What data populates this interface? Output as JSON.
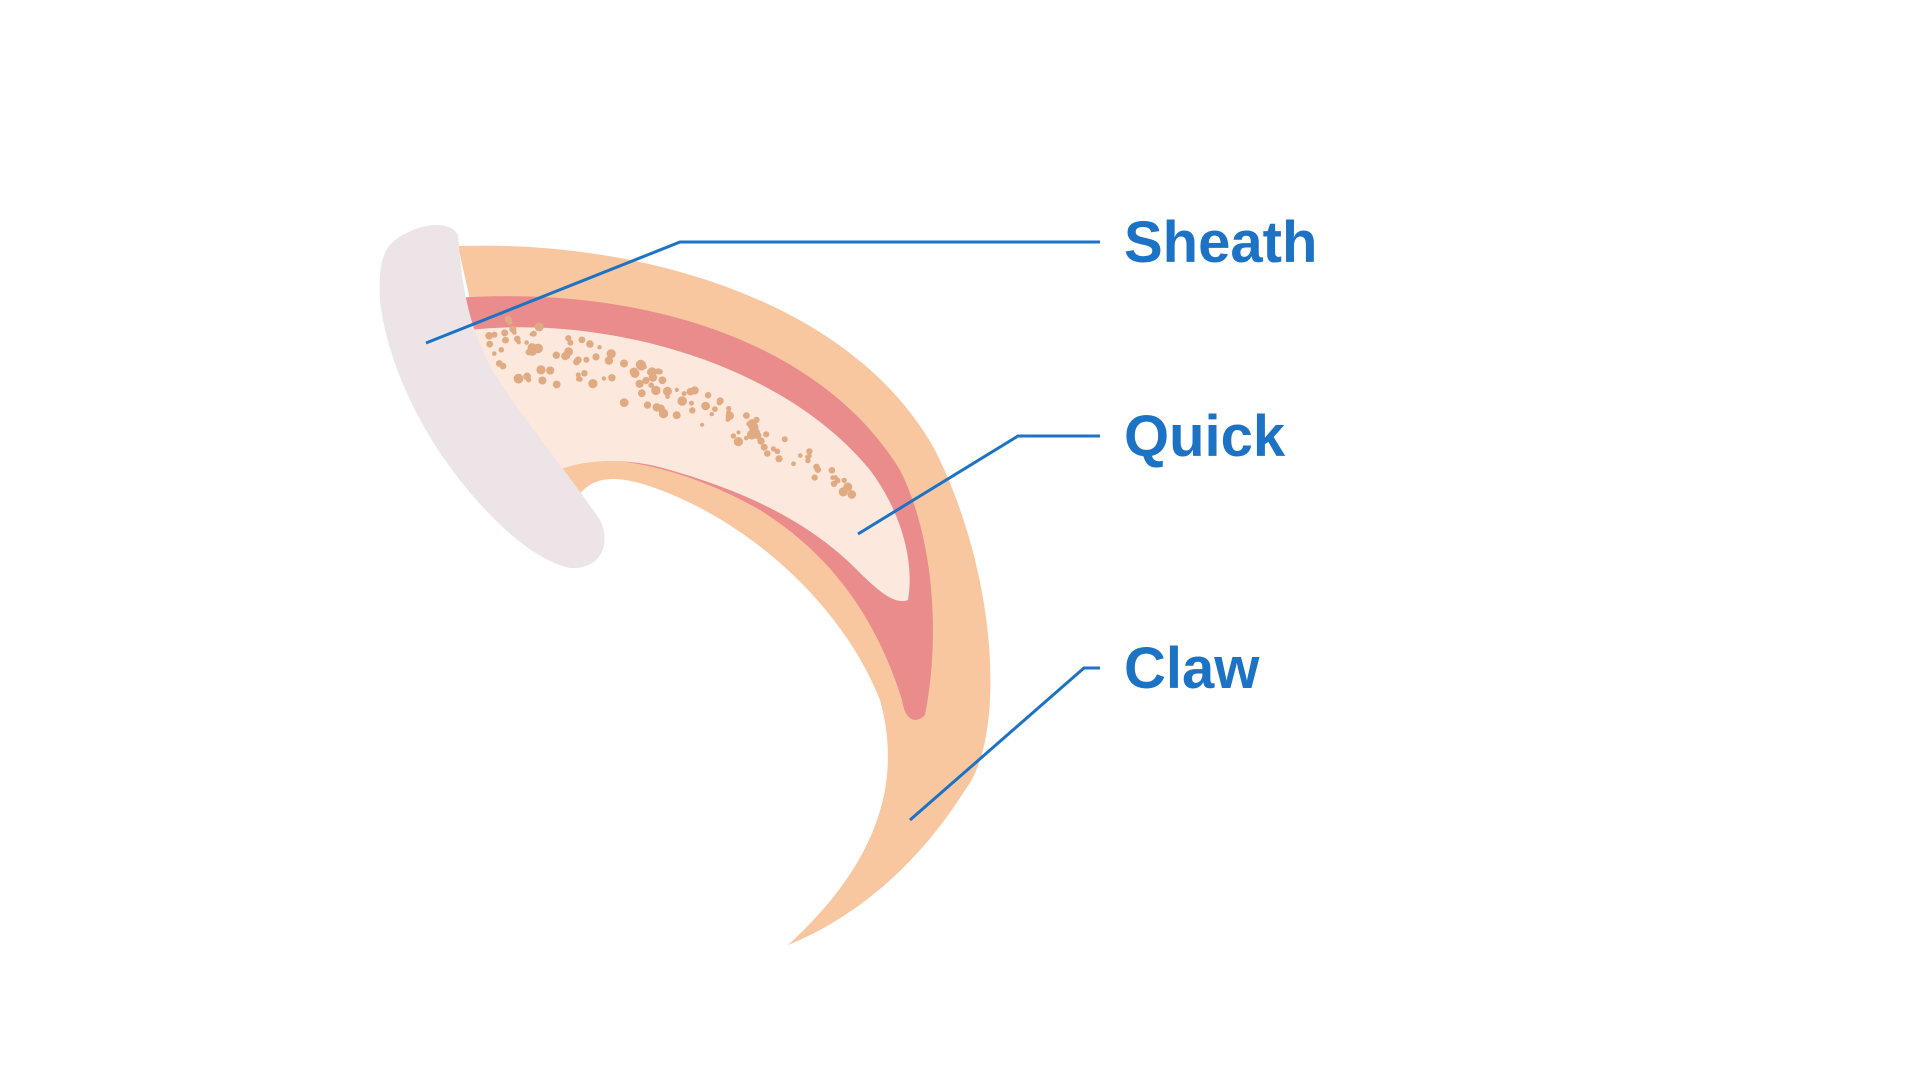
{
  "diagram": {
    "labels": {
      "sheath": "Sheath",
      "quick": "Quick",
      "claw": "Claw"
    },
    "colors": {
      "background": "#ffffff",
      "claw_outer": "#f8c7a0",
      "quick_layer": "#eb8c8c",
      "bone_core": "#fce8dc",
      "bone_speckle": "#e0aa82",
      "sheath_cap": "#ece4e6",
      "leader_line": "#1c72c4",
      "label_text": "#1c72c4"
    }
  }
}
